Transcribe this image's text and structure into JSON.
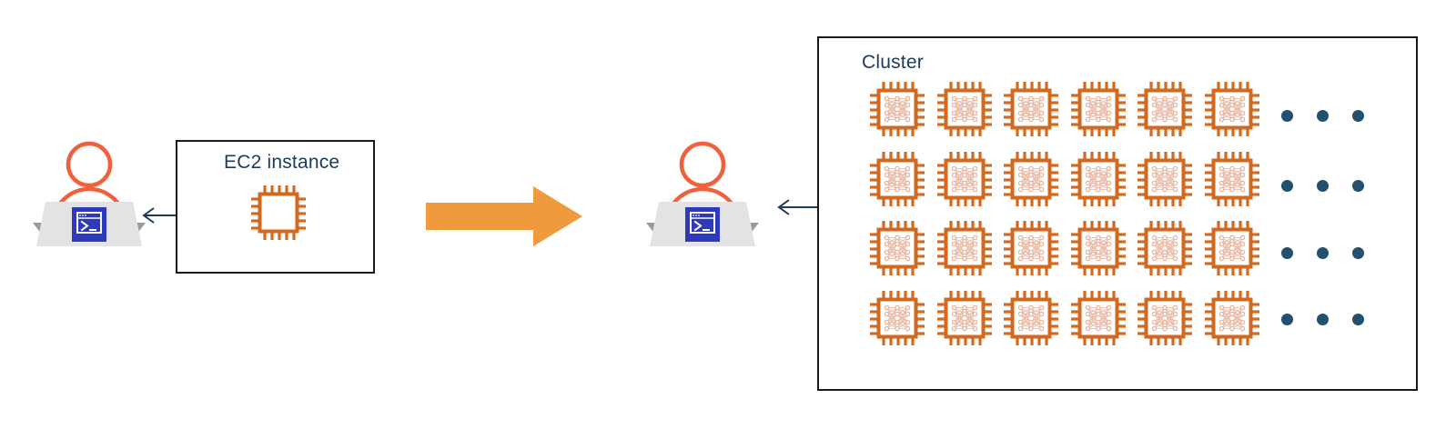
{
  "diagram": {
    "title_left": "EC2 instance",
    "title_right": "Cluster",
    "transition_icon": "right-block-arrow-icon",
    "colors": {
      "chip_orange": "#d2691e",
      "chip_orange_light": "#e8a87c",
      "neural_pink": "#e8b6a0",
      "arrow_orange": "#ef9b3d",
      "navy": "#1b3a5c",
      "dot_navy": "#24506e",
      "terminal_blue": "#2f3aba",
      "person_orange": "#f0603c",
      "laptop_gray": "#e3e3e3",
      "laptop_shadow": "#9a9a9a",
      "box_border": "#16191f"
    }
  },
  "left_panel": {
    "actor": {
      "name": "user-with-laptop",
      "icon": "user-laptop-terminal-icon",
      "terminal_glyph": ">_"
    },
    "connector": {
      "icon": "double-headed-arrow-icon",
      "direction": "bidirectional"
    },
    "instance_box": {
      "label": "EC2 instance",
      "compute": {
        "icon": "cpu-chip-icon",
        "count": 1,
        "has_neural_network": false
      }
    }
  },
  "transition": {
    "icon": "right-block-arrow-icon",
    "label": ""
  },
  "right_panel": {
    "actor": {
      "name": "user-with-laptop",
      "icon": "user-laptop-terminal-icon",
      "terminal_glyph": ">_"
    },
    "connector": {
      "icon": "double-headed-arrow-icon",
      "direction": "bidirectional"
    },
    "cluster_box": {
      "label": "Cluster",
      "compute": {
        "icon": "cpu-chip-neural-icon",
        "rows": 4,
        "columns": 6,
        "total_visible": 24,
        "has_neural_network": true
      },
      "continuation": {
        "icon": "ellipsis-dots-icon",
        "rows": 4,
        "dots_per_row": 3,
        "meaning": "more instances"
      }
    }
  }
}
